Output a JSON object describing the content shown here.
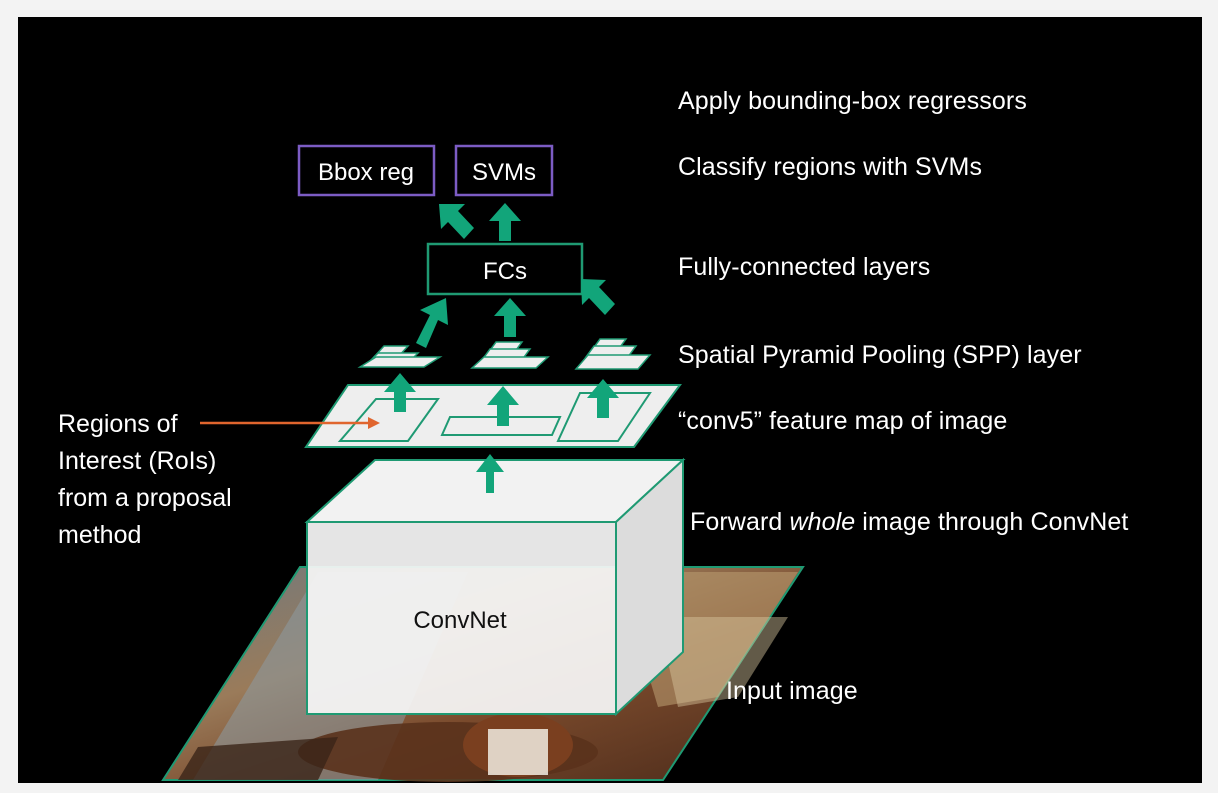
{
  "diagram": {
    "boxes": {
      "bbox_reg": "Bbox reg",
      "svms": "SVMs",
      "fcs": "FCs",
      "convnet": "ConvNet"
    },
    "steps": {
      "apply_bbox": "Apply bounding-box regressors",
      "classify": "Classify regions with SVMs",
      "fully_connected": "Fully-connected layers",
      "spp": "Spatial Pyramid Pooling (SPP) layer",
      "conv5": "“conv5” feature map of image",
      "forward_pre": "Forward ",
      "forward_em": "whole",
      "forward_post": " image through ConvNet",
      "input": "Input image"
    },
    "rois_lines": [
      "Regions of",
      "Interest (RoIs)",
      "from a proposal",
      "method"
    ],
    "colors": {
      "background": "#000000",
      "text": "#ffffff",
      "arrow_teal": "#12a57a",
      "outline_teal": "#1f9a73",
      "box_purple": "#7c5cc4",
      "pointer_orange": "#e0652e",
      "panel_fill": "#eeeeee"
    }
  }
}
